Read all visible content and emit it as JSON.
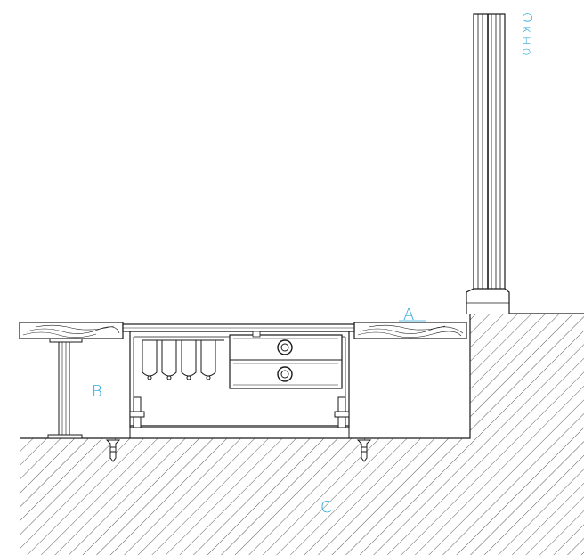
{
  "labels": {
    "a": "A",
    "b": "B",
    "c": "C",
    "window": "Окно"
  },
  "colors": {
    "line": "#1a1a1a",
    "label": "#29a8d8",
    "hatch": "#333333"
  }
}
